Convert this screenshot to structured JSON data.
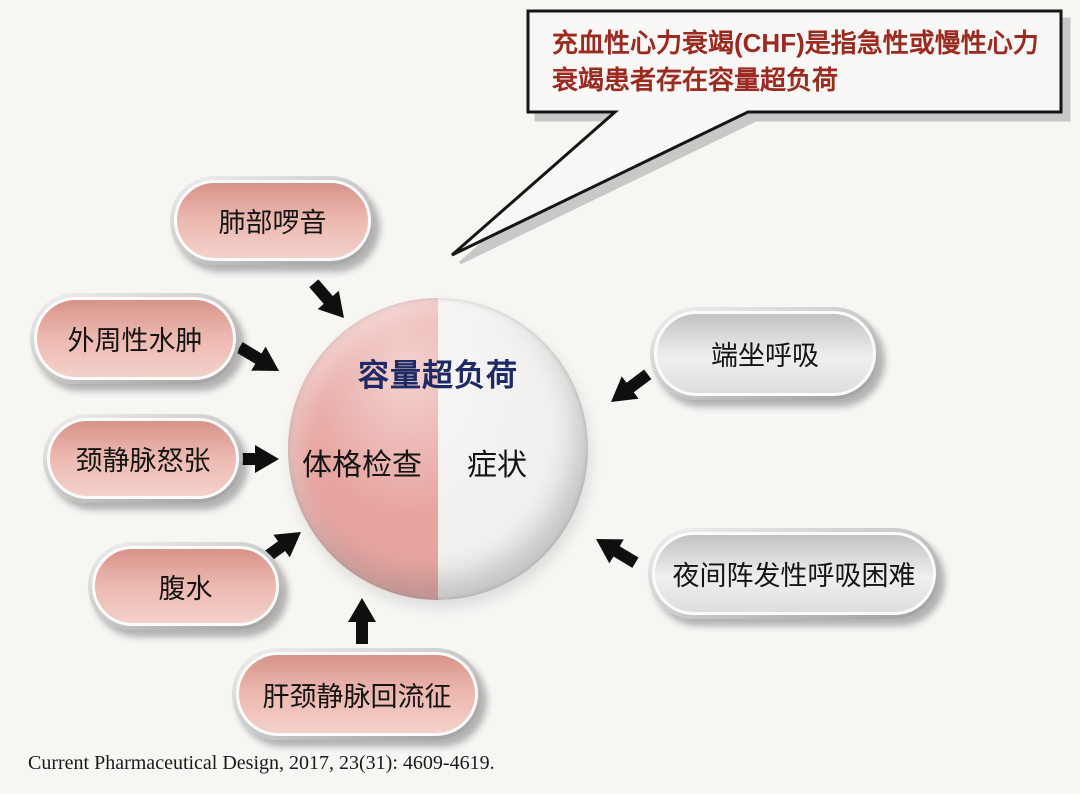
{
  "callout": {
    "text": "充血性心力衰竭(CHF)是指急性或慢性心力衰竭患者存在容量超负荷",
    "text_color": "#9b2a21"
  },
  "sphere": {
    "title": "容量超负荷",
    "title_color": "#1e2a66",
    "left_label": "体格检查",
    "right_label": "症状",
    "left_color": "#e7a5a0",
    "right_color": "#f2f1ef"
  },
  "pills": {
    "left": [
      {
        "label": "肺部啰音"
      },
      {
        "label": "外周性水肿"
      },
      {
        "label": "颈静脉怒张"
      },
      {
        "label": "腹水"
      },
      {
        "label": "肝颈静脉回流征"
      }
    ],
    "right": [
      {
        "label": "端坐呼吸"
      },
      {
        "label": "夜间阵发性呼吸困难"
      }
    ]
  },
  "footer": {
    "citation": "Current Pharmaceutical Design, 2017, 23(31): 4609-4619."
  },
  "colors": {
    "background": "#f7f6f3",
    "pill_pink": "#ecb8af",
    "pill_gray": "#e6e6e6",
    "arrow_black": "#0f0f0f",
    "callout_border": "#161616"
  }
}
